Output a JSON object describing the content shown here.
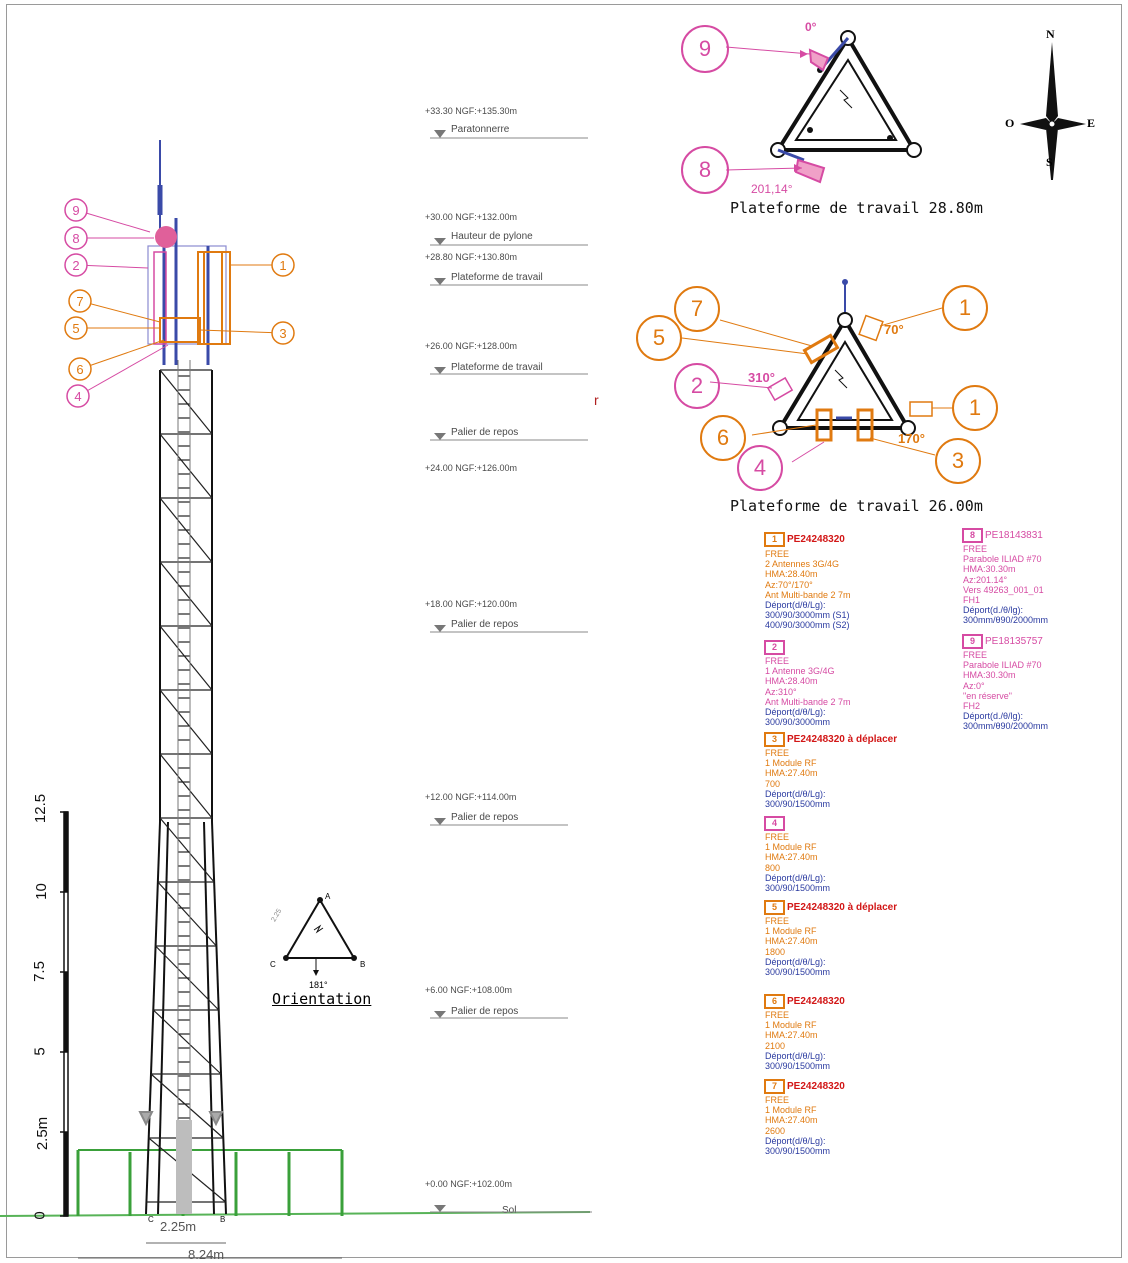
{
  "levels": [
    {
      "top": "+33.30 NGF:+135.30m",
      "label": "Paratonnerre"
    },
    {
      "top": "+30.00 NGF:+132.00m",
      "label": "Hauteur de pylone"
    },
    {
      "top": "+28.80 NGF:+130.80m",
      "label": "Plateforme de travail"
    },
    {
      "top": "+26.00 NGF:+128.00m",
      "label": "Plateforme de travail"
    },
    {
      "top": "",
      "label": "Palier de repos",
      "bottom": "+24.00 NGF:+126.00m"
    },
    {
      "top": "+18.00 NGF:+120.00m",
      "label": "Palier de repos"
    },
    {
      "top": "+12.00 NGF:+114.00m",
      "label": "Palier de repos"
    },
    {
      "top": "+6.00 NGF:+108.00m",
      "label": "Palier de repos"
    },
    {
      "top": "+0.00 NGF:+102.00m",
      "label": "Sol"
    }
  ],
  "scale": {
    "ticks": [
      "12.5",
      "10",
      "7.5",
      "5",
      "2.5m",
      "0"
    ]
  },
  "dims": {
    "base_width": "2.25m",
    "fence_width": "8.24m"
  },
  "orientation": {
    "title": "Orientation",
    "angle": "181°",
    "a": "A",
    "b": "B",
    "c": "C",
    "side": "2.25"
  },
  "compass": {
    "n": "N",
    "s": "S",
    "e": "E",
    "o": "O"
  },
  "platform_top": {
    "title": "Plateforme de travail 28.80m",
    "markers": [
      {
        "num": "9",
        "angle": "0°"
      },
      {
        "num": "8",
        "angle": "201,14°"
      }
    ]
  },
  "platform_bottom": {
    "title": "Plateforme de travail 26.00m",
    "markers": [
      "7",
      "5",
      "2",
      "6",
      "4",
      "1",
      "1",
      "3"
    ],
    "angles": [
      "70°",
      "310°",
      "170°"
    ]
  },
  "callouts_elevation": [
    "9",
    "8",
    "2",
    "7",
    "5",
    "6",
    "4",
    "1",
    "3"
  ],
  "antennas_left": [
    {
      "num": "1",
      "code": "PE24248320",
      "color": "#e07a10",
      "lines": [
        "FREE",
        "2 Antennes 3G/4G",
        "HMA:28.40m",
        "Az:70°/170°",
        "Ant Multi-bande 2 7m"
      ],
      "deport": [
        "Déport(d/θ/Lg):",
        "300/90/3000mm (S1)",
        "400/90/3000mm (S2)"
      ]
    },
    {
      "num": "2",
      "code": "",
      "color": "#d64ba3",
      "lines": [
        "FREE",
        "1 Antenne 3G/4G",
        "HMA:28.40m",
        "Az:310°",
        "Ant Multi-bande 2 7m"
      ],
      "deport": [
        "Déport(d/θ/Lg):",
        "300/90/3000mm"
      ]
    },
    {
      "num": "3",
      "code": "PE24248320 à déplacer",
      "color": "#e07a10",
      "lines": [
        "FREE",
        "1 Module RF",
        "HMA:27.40m",
        "700"
      ],
      "deport": [
        "Déport(d/θ/Lg):",
        "300/90/1500mm"
      ]
    },
    {
      "num": "4",
      "code": "",
      "color": "#d64ba3",
      "lines": [
        "FREE",
        "1 Module RF",
        "HMA:27.40m",
        "800"
      ],
      "deport": [
        "Déport(d/θ/Lg):",
        "300/90/1500mm"
      ]
    },
    {
      "num": "5",
      "code": "PE24248320 à déplacer",
      "color": "#e07a10",
      "lines": [
        "FREE",
        "1 Module RF",
        "HMA:27.40m",
        "1800"
      ],
      "deport": [
        "Déport(d/θ/Lg):",
        "300/90/1500mm"
      ]
    },
    {
      "num": "6",
      "code": "PE24248320",
      "color": "#e07a10",
      "lines": [
        "FREE",
        "1 Module RF",
        "HMA:27.40m",
        "2100"
      ],
      "deport": [
        "Déport(d/θ/Lg):",
        "300/90/1500mm"
      ]
    },
    {
      "num": "7",
      "code": "PE24248320",
      "color": "#e07a10",
      "lines": [
        "FREE",
        "1 Module RF",
        "HMA:27.40m",
        "2600"
      ],
      "deport": [
        "Déport(d/θ/Lg):",
        "300/90/1500mm"
      ]
    }
  ],
  "antennas_right": [
    {
      "num": "8",
      "code": "PE18143831",
      "color": "#d64ba3",
      "lines": [
        "FREE",
        "Parabole ILIAD #70",
        "HMA:30.30m",
        "Az:201.14°",
        "Vers 49263_001_01",
        "FH1"
      ],
      "deport": [
        "Déport(d./θ/lg):",
        "300mm/θ90/2000mm"
      ]
    },
    {
      "num": "9",
      "code": "PE18135757",
      "color": "#d64ba3",
      "lines": [
        "FREE",
        "Parabole ILIAD #70",
        "HMA:30.30m",
        "Az:0°",
        "\"en réserve\"",
        "FH2"
      ],
      "deport": [
        "Déport(d./θ/lg):",
        "300mm/θ90/2000mm"
      ]
    }
  ],
  "stray_mark": "r"
}
